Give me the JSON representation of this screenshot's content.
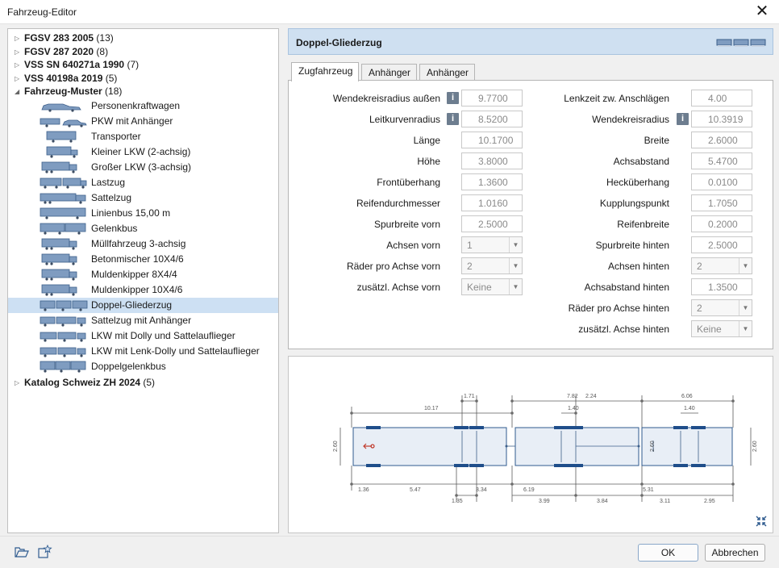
{
  "window": {
    "title": "Fahrzeug-Editor"
  },
  "tree": {
    "groups_top": [
      {
        "name": "FGSV 283 2005",
        "count": "(13)"
      },
      {
        "name": "FGSV 287 2020",
        "count": "(8)"
      },
      {
        "name": "VSS SN 640271a 1990",
        "count": "(7)"
      },
      {
        "name": "VSS 40198a 2019",
        "count": "(5)"
      },
      {
        "name": "Fahrzeug-Muster",
        "count": "(18)"
      }
    ],
    "items": [
      "Personenkraftwagen",
      "PKW mit Anhänger",
      "Transporter",
      "Kleiner LKW (2-achsig)",
      "Großer LKW (3-achsig)",
      "Lastzug",
      "Sattelzug",
      "Linienbus 15,00 m",
      "Gelenkbus",
      "Müllfahrzeug 3-achsig",
      "Betonmischer 10X4/6",
      "Muldenkipper 8X4/4",
      "Muldenkipper 10X4/6",
      "Doppel-Gliederzug",
      "Sattelzug  mit Anhänger",
      "LKW mit Dolly und Sattelauflieger",
      "LKW mit Lenk-Dolly und Sattelauflieger",
      "Doppelgelenkbus"
    ],
    "selected_index": 13,
    "group_last": {
      "name": "Katalog Schweiz ZH 2024",
      "count": "(5)"
    }
  },
  "header": {
    "title": "Doppel-Gliederzug"
  },
  "tabs": [
    "Zugfahrzeug",
    "Anhänger",
    "Anhänger"
  ],
  "left_fields": [
    {
      "label": "Wendekreisradius außen",
      "value": "9.7700",
      "info": true
    },
    {
      "label": "Leitkurvenradius",
      "value": "8.5200",
      "info": true,
      "dark": true
    },
    {
      "label": "Länge",
      "value": "10.1700"
    },
    {
      "label": "Höhe",
      "value": "3.8000"
    },
    {
      "label": "Frontüberhang",
      "value": "1.3600"
    },
    {
      "label": "Reifendurchmesser",
      "value": "1.0160"
    },
    {
      "label": "Spurbreite vorn",
      "value": "2.5000"
    },
    {
      "label": "Achsen vorn",
      "value": "1",
      "select": true
    },
    {
      "label": "Räder pro Achse vorn",
      "value": "2",
      "select": true
    },
    {
      "label": "zusätzl. Achse vorn",
      "value": "Keine",
      "select": true
    }
  ],
  "right_fields": [
    {
      "label": "Lenkzeit zw. Anschlägen",
      "value": "4.00"
    },
    {
      "label": "Wendekreisradius",
      "value": "10.3919",
      "info": true,
      "dark": true
    },
    {
      "label": "Breite",
      "value": "2.6000"
    },
    {
      "label": "Achsabstand",
      "value": "5.4700"
    },
    {
      "label": "Hecküberhang",
      "value": "0.0100"
    },
    {
      "label": "Kupplungspunkt",
      "value": "1.7050"
    },
    {
      "label": "Reifenbreite",
      "value": "0.2000"
    },
    {
      "label": "Spurbreite hinten",
      "value": "2.5000"
    },
    {
      "label": "Achsen hinten",
      "value": "2",
      "select": true
    },
    {
      "label": "Achsabstand hinten",
      "value": "1.3500"
    },
    {
      "label": "Räder pro Achse hinten",
      "value": "2",
      "select": true
    },
    {
      "label": "zusätzl. Achse hinten",
      "value": "Keine",
      "select": true
    }
  ],
  "diagram": {
    "dims_top": [
      "10.17",
      "1.71",
      "7.82",
      "2.24",
      "1.40",
      "6.06",
      "1.40"
    ],
    "dims_bottom": [
      "1.36",
      "5.47",
      "3.34",
      "1.35",
      "6.19",
      "3.99",
      "3.84",
      "5.31",
      "3.11",
      "2.95"
    ],
    "dims_side": [
      "2.60",
      "2.60",
      "2.60"
    ]
  },
  "footer": {
    "ok": "OK",
    "cancel": "Abbrechen"
  }
}
